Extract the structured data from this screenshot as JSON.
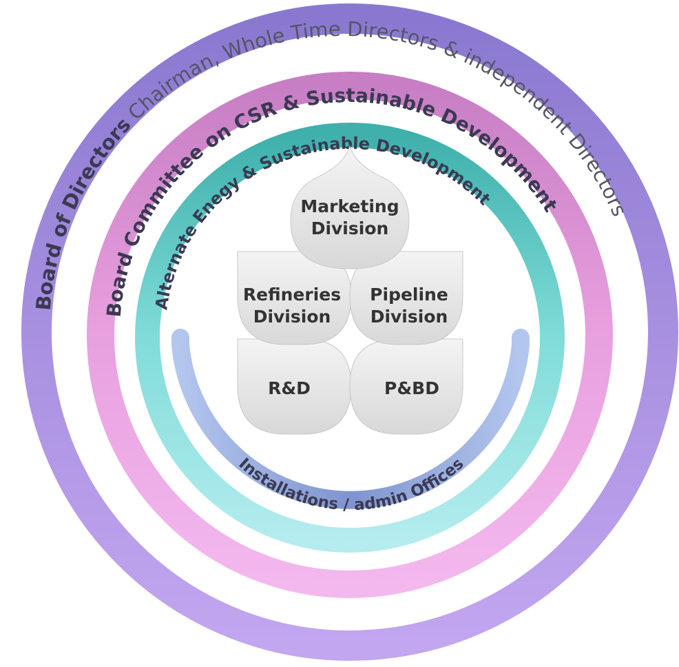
{
  "outer_ring": {
    "title": "Board of Directors",
    "subtitle": " Chairman, Whole Time Directors & independent Directors",
    "color": "#9d82d6"
  },
  "middle_ring": {
    "title": "Board Committee on CSR & Sustainable Development",
    "color": "#e29ad6"
  },
  "inner_ring": {
    "title": "Alternate Enegy & Sustainable Development",
    "color": "#6fd4d0"
  },
  "base_arc": {
    "title": "Installations / admin Offices",
    "color": "#8fa7dd"
  },
  "divisions": {
    "marketing": [
      "Marketing",
      "Division"
    ],
    "refineries": [
      "Refineries",
      "Division"
    ],
    "pipeline": [
      "Pipeline",
      "Division"
    ],
    "rnd": "R&D",
    "pbd": "P&BD"
  }
}
